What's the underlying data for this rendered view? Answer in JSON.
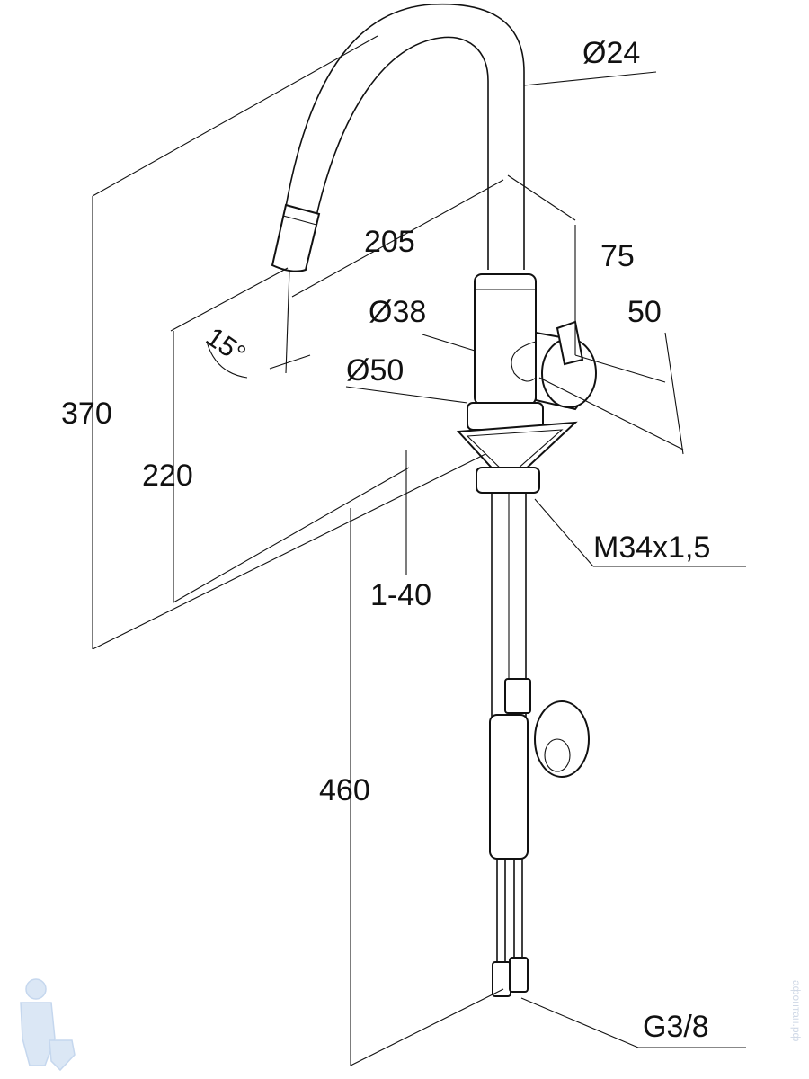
{
  "drawing": {
    "dimensions": {
      "spout_diameter": "Ø24",
      "reach": "205",
      "offset_75": "75",
      "offset_50": "50",
      "body_diameter": "Ø38",
      "base_diameter": "Ø50",
      "spray_angle": "15°",
      "total_height": "370",
      "spout_height": "220",
      "thread": "M34x1,5",
      "deck_thickness": "1-40",
      "hose_length": "460",
      "connection": "G3/8"
    },
    "watermark": "афонтан.рф"
  }
}
